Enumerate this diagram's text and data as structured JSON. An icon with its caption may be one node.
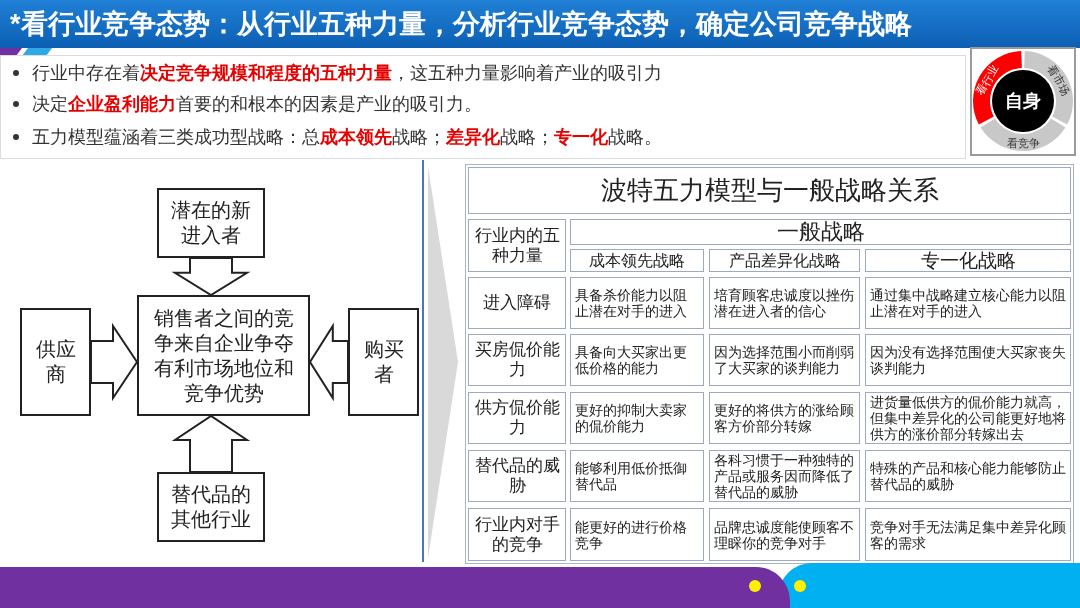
{
  "diagram": {
    "title": "*看行业竞争态势：从行业五种力量，分析行业竞争态势，确定公司竞争战略",
    "nodes": [
      {
        "text": [
          "潜在的新进入者"
        ]
      },
      {
        "text": [
          "供应商"
        ]
      },
      {
        "text": [
          "销售者之间的竞争来自企业争夺有利市场地位和竞争优势"
        ]
      },
      {
        "text": [
          "购买者"
        ]
      },
      {
        "text": [
          "替代品的其他行业"
        ]
      },
      {
        "text": [
          "看行业"
        ]
      },
      {
        "text": [
          "看市场"
        ]
      },
      {
        "text": [
          "自身"
        ]
      },
      {
        "text": [
          "看竞争"
        ]
      }
    ],
    "edges": [
      {
        "from": 0,
        "to": 2,
        "arrow": "to"
      },
      {
        "from": 1,
        "to": 2,
        "arrow": "to"
      },
      {
        "from": 3,
        "to": 2,
        "arrow": "to"
      },
      {
        "from": 4,
        "to": 2,
        "arrow": "to"
      }
    ],
    "labels": [
      "行业中存在着**决定竞争规模和程度的五种力量**，这五种力量影响着产业的吸引力",
      "决定**企业盈利能力**首要的和根本的因素是产业的吸引力。",
      "五力模型蕴涵着三类成功型战略：总**成本领先**战略；**差异化**战略；**专一化**战略。",
      "波特五力模型与一般战略关系",
      "行业内的五种力量",
      "一般战略",
      "成本领先战略",
      "产品差异化战略",
      "专一化战略",
      "进入障碍",
      "具备杀价能力以阻止潜在对手的进入",
      "培育顾客忠诚度以挫伤潜在进入者的信心",
      "通过集中战略建立核心能力以阻止潜在对手的进入",
      "买房侃价能力",
      "具备向大买家出更低价格的能力",
      "因为选择范围小而削弱了大买家的谈判能力",
      "因为没有选择范围使大买家丧失谈判能力",
      "供方侃价能力",
      "更好的抑制大卖家的侃价能力",
      "更好的将供方的涨给顾客方价部分转嫁",
      "进货量低供方的侃价能力就高，但集中差异化的公司能更好地将供方的涨价部分转嫁出去",
      "替代品的威胁",
      "能够利用低价抵御替代品",
      "各科习惯于一种独特的产品或服务因而降低了替代品的威胁",
      "特殊的产品和核心能力能够防止替代品的威胁",
      "行业内对手的竞争",
      "能更好的进行价格竞争",
      "品牌忠诚度能使顾客不理睬你的竞争对手",
      "竞争对手无法满足集中差异化顾客的需求"
    ]
  }
}
